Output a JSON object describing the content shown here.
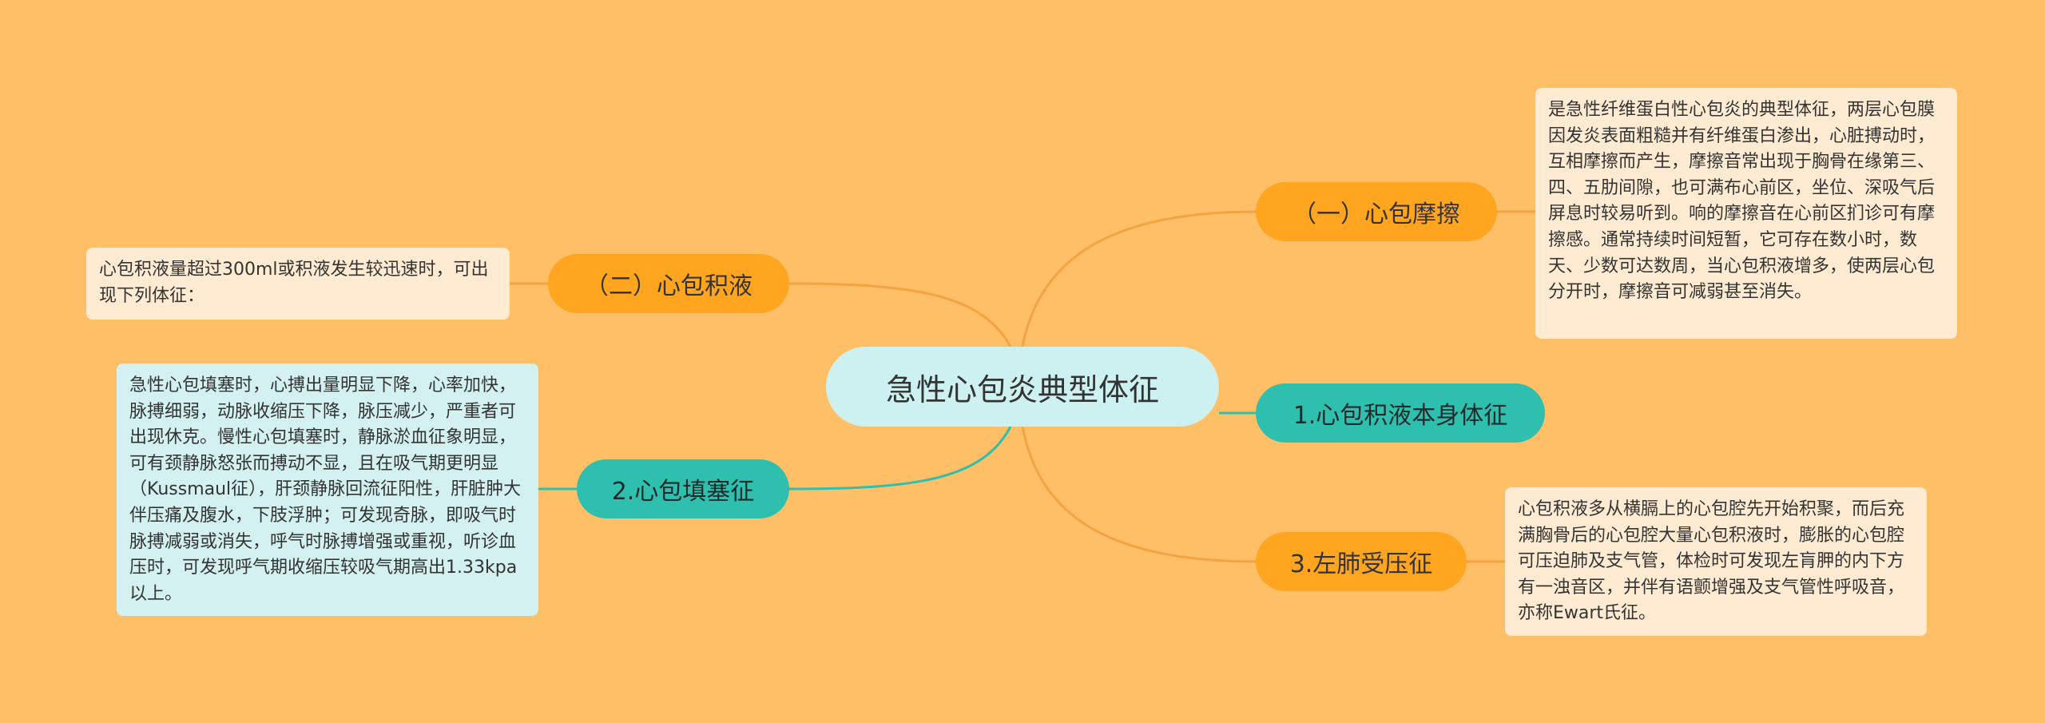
{
  "mindmap": {
    "root": {
      "label": "急性心包炎典型体征"
    },
    "topics": {
      "friction": {
        "label": "（一）心包摩擦"
      },
      "effusion": {
        "label": "（二）心包积液"
      },
      "effusion_sign": {
        "label": "1.心包积液本身体征"
      },
      "tamponade": {
        "label": "2.心包填塞征"
      },
      "lung": {
        "label": "3.左肺受压征"
      }
    },
    "notes": {
      "friction": "是急性纤维蛋白性心包炎的典型体征，两层心包膜因发炎表面粗糙并有纤维蛋白渗出，心脏搏动时，互相摩擦而产生，摩擦音常出现于胸骨在缘第三、四、五肋间隙，也可满布心前区，坐位、深吸气后屏息时较易听到。响的摩擦音在心前区扪诊可有摩擦感。通常持续时间短暂，它可存在数小时，数天、少数可达数周，当心包积液增多，使两层心包分开时，摩擦音可减弱甚至消失。",
      "effusion": "心包积液量超过300ml或积液发生较迅速时，可出现下列体征：",
      "tamponade": "急性心包填塞时，心搏出量明显下降，心率加快，脉搏细弱，动脉收缩压下降，脉压减少，严重者可出现休克。慢性心包填塞时，静脉淤血征象明显，可有颈静脉怒张而搏动不显，且在吸气期更明显（Kussmaul征），肝颈静脉回流征阳性，肝脏肿大伴压痛及腹水，下肢浮肿；可发现奇脉，即吸气时脉搏减弱或消失，呼气时脉搏增强或重视，听诊血压时，可发现呼气期收缩压较吸气期高出1.33kpa以上。",
      "lung": "心包积液多从横膈上的心包腔先开始积聚，而后充满胸骨后的心包腔大量心包积液时，膨胀的心包腔可压迫肺及支气管，体检时可发现左肓胛的内下方有一浊音区，并伴有语颤增强及支气管性呼吸音，亦称Ewart氏征。"
    }
  },
  "colors": {
    "background": "#ffbf66",
    "root_fill": "#cdf1f1",
    "orange_topic": "#ffa51f",
    "teal_topic": "#2ebfae",
    "orange_link": "#f5a340",
    "teal_link": "#2ebfae",
    "cream_note": "#ffebd2",
    "blue_note": "#d4f1f1"
  }
}
